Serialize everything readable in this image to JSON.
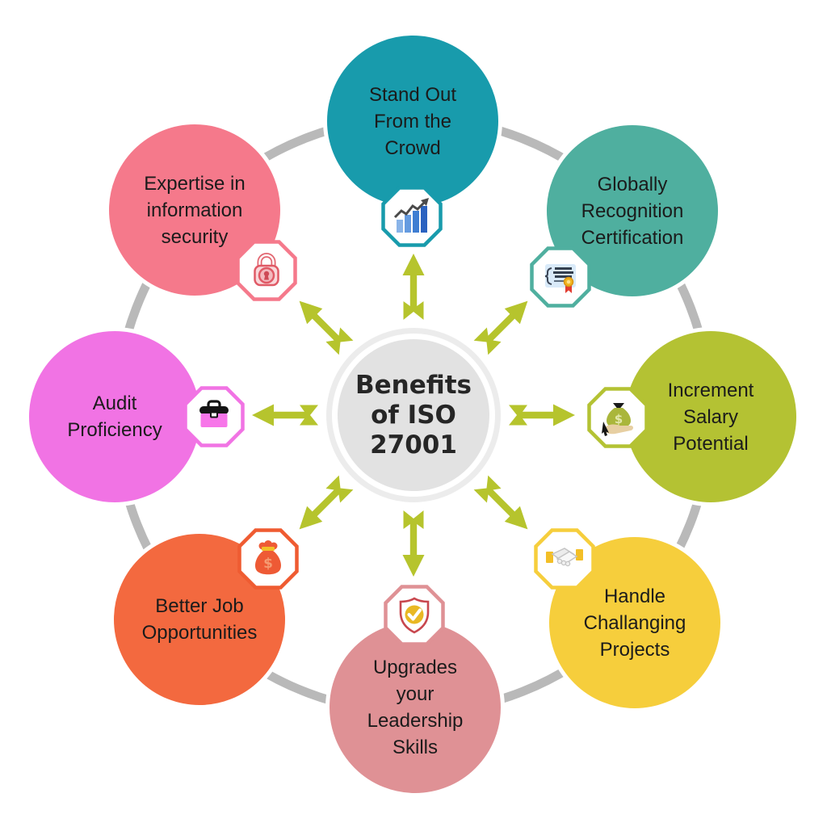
{
  "diagram": {
    "title": "Benefits of ISO 27001",
    "type": "hub-and-spoke infographic",
    "center": {
      "lines": [
        "Benefits",
        "of ISO",
        "27001"
      ]
    },
    "colors": {
      "arrow": "#B6C42D",
      "outer_ring": "#B9B9B9",
      "center_fill": "#E2E2E2",
      "center_halo": "#ECECEC",
      "label_text": "#1B1B1B"
    },
    "nodes": [
      {
        "label": "Stand Out From the Crowd",
        "lines": [
          "Stand Out",
          "From the",
          "Crowd"
        ],
        "color": "#189BAC",
        "icon": "growth-chart-icon",
        "position": "top"
      },
      {
        "label": "Globally Recognition Certification",
        "lines": [
          "Globally",
          "Recognition",
          "Certification"
        ],
        "color": "#4FAF9F",
        "icon": "certificate-icon",
        "position": "top-right"
      },
      {
        "label": "Increment Salary Potential",
        "lines": [
          "Increment",
          "Salary",
          "Potential"
        ],
        "color": "#B4C233",
        "icon": "money-bag-hand-icon",
        "position": "right"
      },
      {
        "label": "Handle Challanging Projects",
        "lines": [
          "Handle",
          "Challanging",
          "Projects"
        ],
        "color": "#F6CE3C",
        "icon": "handshake-icon",
        "position": "bottom-right"
      },
      {
        "label": "Upgrades your Leadership Skills",
        "lines": [
          "Upgrades",
          "your",
          "Leadership",
          "Skills"
        ],
        "color": "#DF9195",
        "icon": "shield-check-icon",
        "position": "bottom"
      },
      {
        "label": "Better Job Opportunities",
        "lines": [
          "Better Job",
          "Opportunities"
        ],
        "color": "#F3693F",
        "icon": "money-bag-icon",
        "position": "bottom-left"
      },
      {
        "label": "Audit Proficiency",
        "lines": [
          "Audit",
          "Proficiency"
        ],
        "color": "#F173E4",
        "icon": "briefcase-icon",
        "position": "left"
      },
      {
        "label": "Expertise in information security",
        "lines": [
          "Expertise in",
          "information",
          "security"
        ],
        "color": "#F5798B",
        "icon": "padlock-icon",
        "position": "top-left"
      }
    ]
  }
}
